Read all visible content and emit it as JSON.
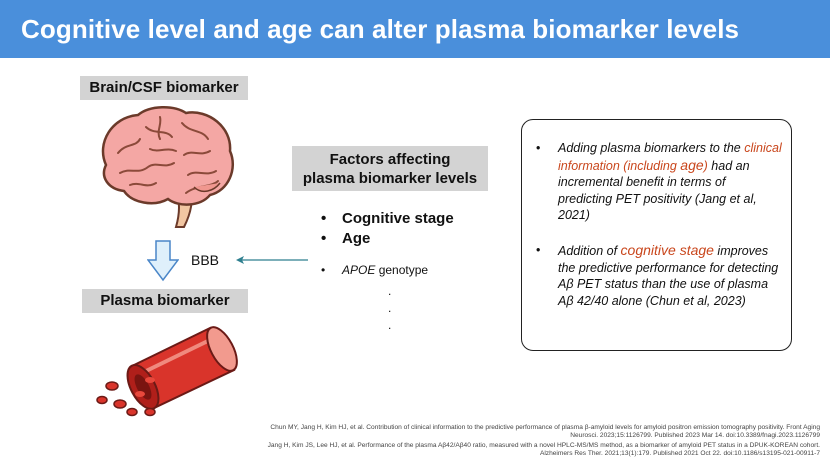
{
  "title": "Cognitive level and age can alter plasma biomarker levels",
  "left": {
    "brain_label": "Brain/CSF biomarker",
    "bbb": "BBB",
    "plasma_label": "Plasma biomarker"
  },
  "factors": {
    "title_line1": "Factors affecting",
    "title_line2": "plasma biomarker levels",
    "items": [
      "Cognitive stage",
      "Age"
    ],
    "apoe_gene": "APOE",
    "apoe_rest": " genotype",
    "dots": [
      ".",
      ".",
      "."
    ]
  },
  "box": {
    "bullet": "•",
    "item1_a": "Adding plasma biomarkers to the ",
    "item1_red1": "clinical information (including ",
    "item1_red_bold": "age",
    "item1_red2": ")",
    "item1_b": " had an incremental benefit in terms of predicting PET positivity (Jang et al, 2021)",
    "item2_a": "Addition of ",
    "item2_red": "cognitive stage",
    "item2_b": " improves the predictive performance for detecting Aβ PET status than the use of plasma Aβ 42/40 alone (Chun et al, 2023)"
  },
  "references": [
    "Chun MY, Jang H, Kim HJ, et al. Contribution of clinical information to the predictive performance of plasma β-amyloid levels for amyloid positron emission tomography positivity. Front Aging Neurosci. 2023;15:1126799. Published 2023 Mar 14. doi:10.3389/fnagi.2023.1126799",
    "Jang H, Kim JS, Lee HJ, et al. Performance of the plasma Aβ42/Aβ40 ratio, measured with a novel HPLC-MS/MS method, as a biomarker of amyloid PET status in a DPUK-KOREAN cohort. Alzheimers Res Ther. 2021;13(1):179. Published 2021 Oct 22. doi:10.1186/s13195-021-00911-7"
  ],
  "colors": {
    "title_bar": "#4a8fdb",
    "label_box": "#d3d3d3",
    "highlight": "#c9461c",
    "arrow": "#2e7f8f"
  }
}
